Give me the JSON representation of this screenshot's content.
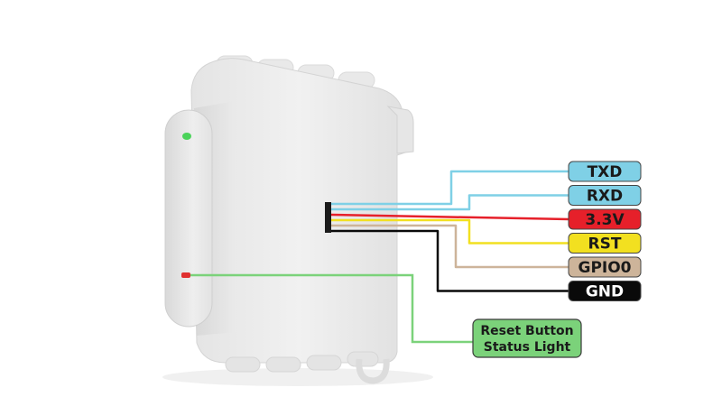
{
  "pins": [
    {
      "label": "TXD",
      "box_color": "#7fd0e6",
      "wire_color": "#7fd0e6",
      "text_color": "#1a1a1a"
    },
    {
      "label": "RXD",
      "box_color": "#7fd0e6",
      "wire_color": "#7fd0e6",
      "text_color": "#1a1a1a"
    },
    {
      "label": "3.3V",
      "box_color": "#e6202a",
      "wire_color": "#e6202a",
      "text_color": "#1a1a1a"
    },
    {
      "label": "RST",
      "box_color": "#f2e020",
      "wire_color": "#f2e020",
      "text_color": "#1a1a1a"
    },
    {
      "label": "GPIO0",
      "box_color": "#cdb49a",
      "wire_color": "#cdb49a",
      "text_color": "#1a1a1a"
    },
    {
      "label": "GND",
      "box_color": "#0a0a0a",
      "wire_color": "#0a0a0a",
      "text_color": "#ffffff"
    }
  ],
  "callout": {
    "line1": "Reset Button",
    "line2": "Status Light",
    "box_color": "#7bd27a",
    "wire_color": "#7bd27a",
    "text_color": "#1a1a1a"
  },
  "device": {
    "body_color": "#ececec",
    "shade_color": "#d7d7d7",
    "led_green": "#4bd35a",
    "led_red": "#e03030"
  }
}
